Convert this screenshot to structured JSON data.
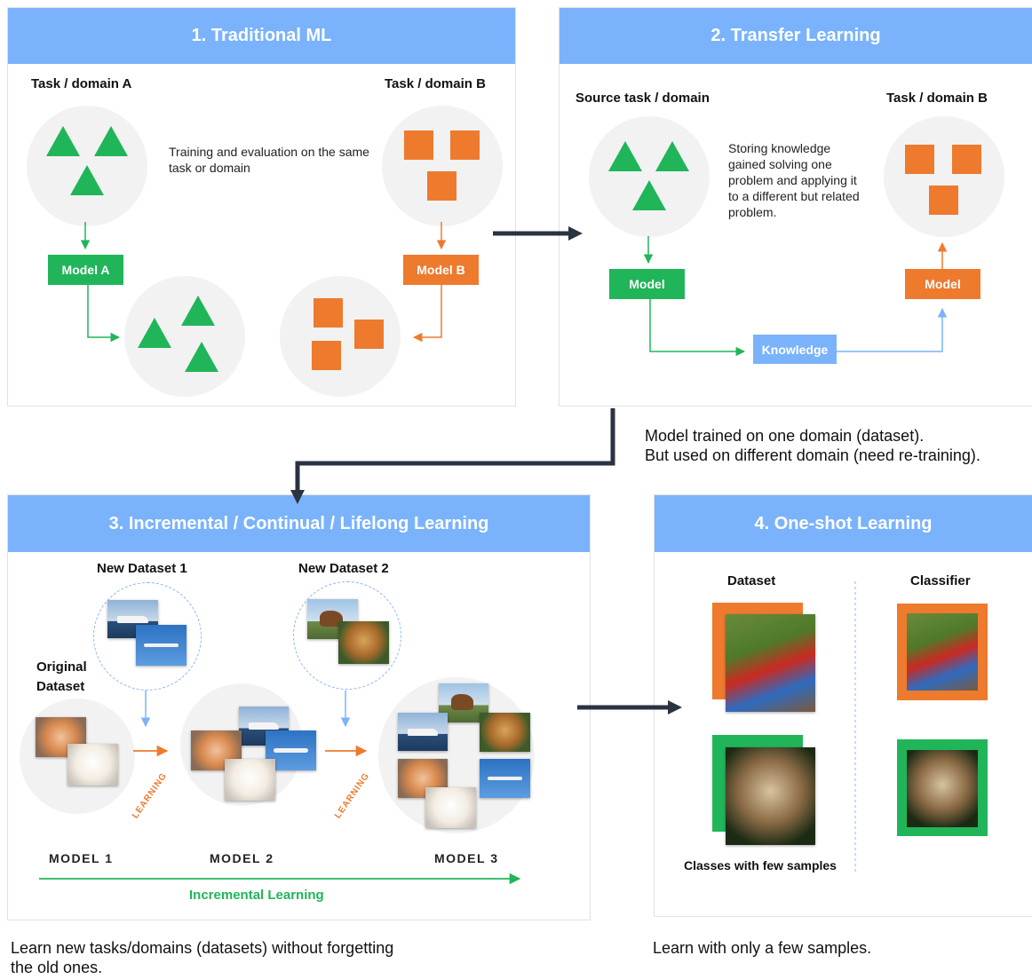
{
  "panels": {
    "traditional": {
      "title": "1. Traditional ML",
      "task_a": "Task / domain A",
      "task_b": "Task / domain B",
      "description": "Training and evaluation on the same task or domain",
      "model_a": "Model A",
      "model_b": "Model B"
    },
    "transfer": {
      "title": "2. Transfer Learning",
      "source": "Source task / domain",
      "task_b": "Task / domain B",
      "description": "Storing knowledge gained solving one problem and applying it to a different but related problem.",
      "model_left": "Model",
      "model_right": "Model",
      "knowledge": "Knowledge",
      "caption_line1": "Model trained on one domain (dataset).",
      "caption_line2": "But used on different domain (need re-training)."
    },
    "incremental": {
      "title": "3. Incremental / Continual / Lifelong Learning",
      "new_dataset_1": "New Dataset 1",
      "new_dataset_2": "New Dataset 2",
      "original_line1": "Original",
      "original_line2": "Dataset",
      "learning_1": "LEARNING",
      "learning_2": "LEARNING",
      "model_1": "MODEL 1",
      "model_2": "MODEL 2",
      "model_3": "MODEL 3",
      "incremental_label": "Incremental Learning",
      "caption_line1": "Learn new tasks/domains (datasets) without forgetting",
      "caption_line2": "the old ones."
    },
    "oneshot": {
      "title": "4. One-shot Learning",
      "dataset": "Dataset",
      "classifier": "Classifier",
      "few_samples": "Classes with few samples",
      "caption": "Learn with only a few samples."
    }
  },
  "colors": {
    "header_blue": "#7ab3fb",
    "green": "#21b55a",
    "orange": "#ee7a2e",
    "arrow_dark": "#2b3340"
  }
}
